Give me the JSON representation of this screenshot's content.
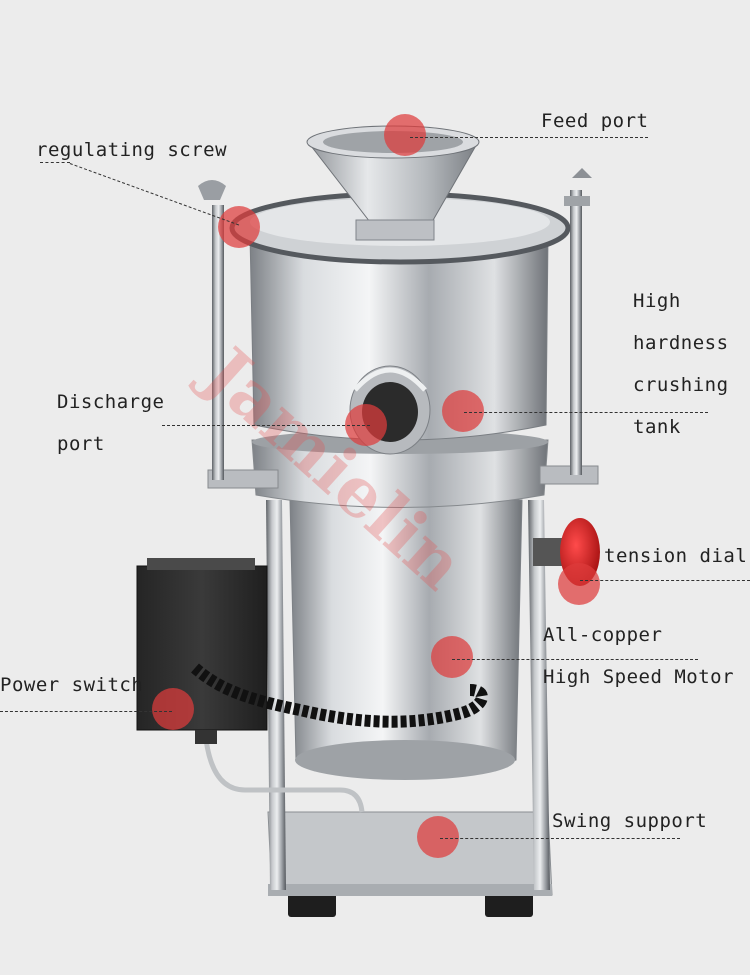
{
  "labels": {
    "feed_port": "Feed port",
    "regulating_screw": "regulating screw",
    "tank_line1": "High",
    "tank_line2": "hardness",
    "tank_line3": "crushing",
    "tank_line4": "tank",
    "discharge_line1": "Discharge",
    "discharge_line2": "port",
    "tension_dial": "tension dial",
    "motor_line1": "All-copper",
    "motor_line2": "High Speed Motor",
    "power_switch": "Power switch",
    "swing_support": "Swing support"
  },
  "watermark": "Jamielin",
  "colors": {
    "background": "#ececec",
    "marker": "#de3c3c",
    "steel": "#b9bcc0",
    "knob": "#d21a1a",
    "switch_box": "#2f2f2f"
  }
}
